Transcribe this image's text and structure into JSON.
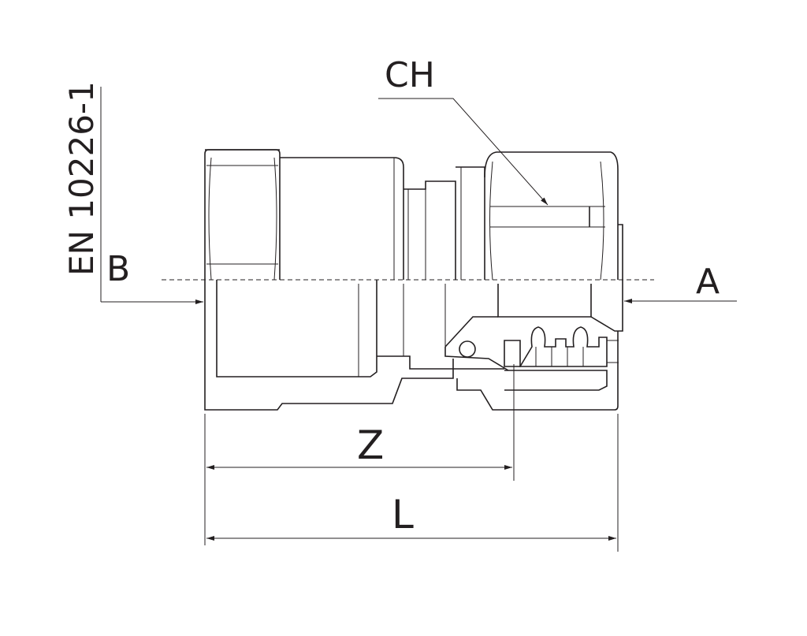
{
  "labels": {
    "ch": "CH",
    "b": "B",
    "a": "A",
    "z": "Z",
    "l": "L",
    "standard": "EN 10226-1"
  }
}
